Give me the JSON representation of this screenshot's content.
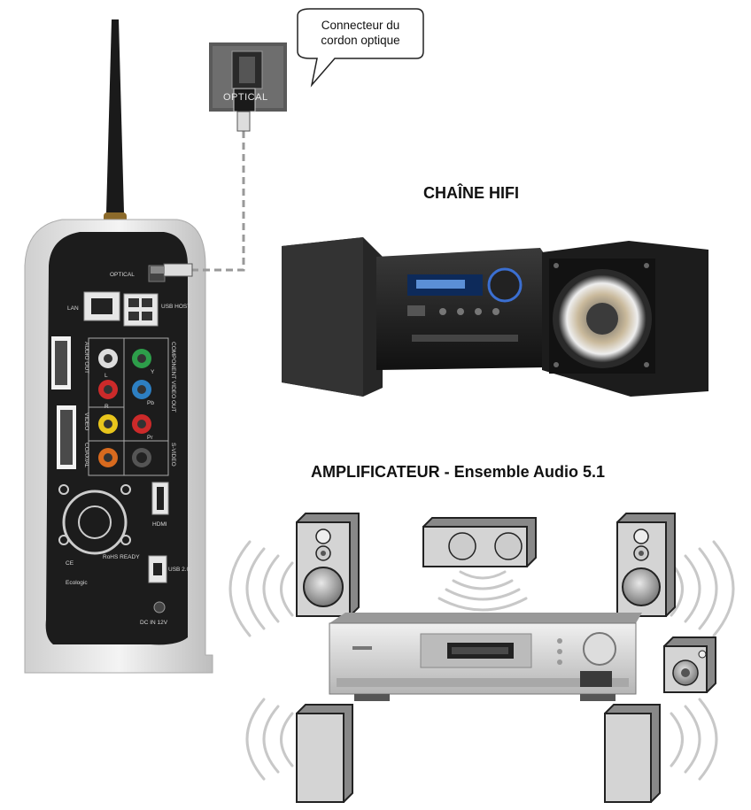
{
  "callout": {
    "line1": "Connecteur du",
    "line2": "cordon optique"
  },
  "port_label": "OPTICAL",
  "headings": {
    "hifi": "CHAÎNE HIFI",
    "amplifier": "AMPLIFICATEUR - Ensemble Audio 5.1"
  },
  "player_labels": {
    "optical": "OPTICAL",
    "lan": "LAN",
    "usb_host": "USB HOST",
    "audio_out": "AUDIO OUT",
    "component": "COMPONENT VIDEO OUT",
    "video": "VIDEO",
    "coaxial": "COAXIAL",
    "svideo": "S-VIDEO",
    "l": "L",
    "r": "R",
    "y": "Y",
    "pb": "Pb",
    "pr": "Pr",
    "hdmi": "HDMI",
    "usb2": "USB 2.0",
    "dcin": "DC IN 12V",
    "brand": "Ecologic",
    "rohs": "RoHS READY",
    "ce": "CE"
  },
  "colors": {
    "player_body": "#1c1c1c",
    "cable_dash": "#999999",
    "speaker_fill": "#d4d4d4",
    "wave": "#c8c8c8"
  }
}
